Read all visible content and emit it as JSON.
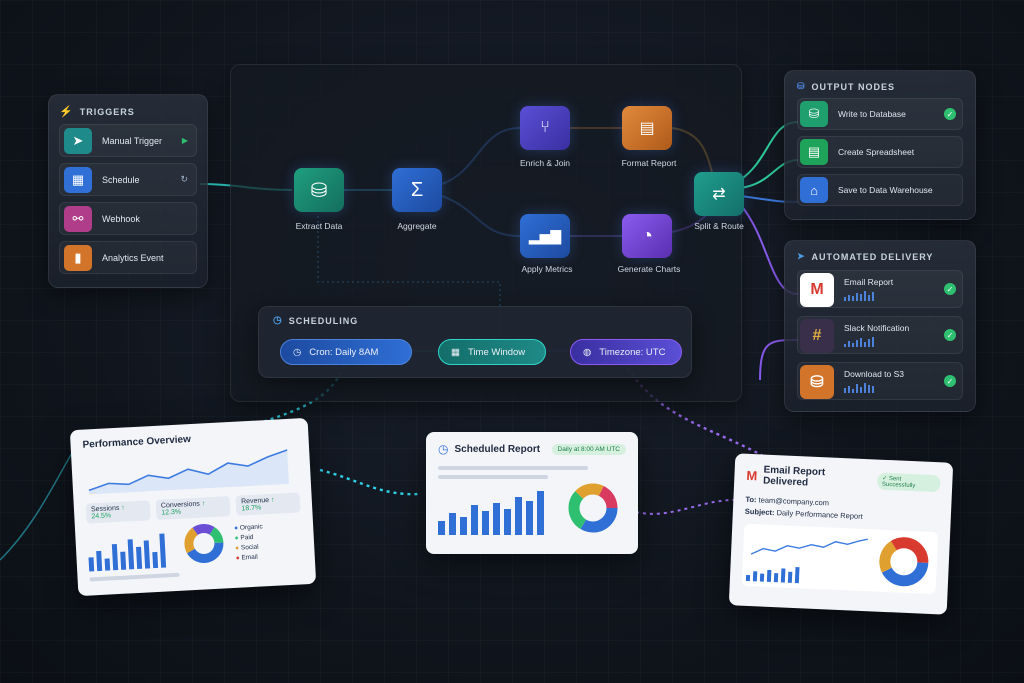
{
  "triggers": {
    "title": "TRIGGERS",
    "items": [
      {
        "label": "Manual Trigger",
        "icon": "cursor-icon",
        "color": "#1f8a8a"
      },
      {
        "label": "Schedule",
        "icon": "calendar-icon",
        "color": "#2f6fd6"
      },
      {
        "label": "Webhook",
        "icon": "webhook-icon",
        "color": "#b03d8a"
      },
      {
        "label": "Analytics Event",
        "icon": "bar-chart-icon",
        "color": "#d2742a"
      }
    ]
  },
  "workflow": {
    "nodes": {
      "extract": "Extract Data",
      "aggregate": "Aggregate",
      "enrich": "Enrich & Join",
      "format": "Format Report",
      "metrics": "Apply Metrics",
      "charts": "Generate Charts",
      "split": "Split & Route"
    }
  },
  "scheduling": {
    "title": "SCHEDULING",
    "cron": "Cron: Daily 8AM",
    "window": "Time Window",
    "timezone": "Timezone: UTC"
  },
  "outputs": {
    "title": "OUTPUT NODES",
    "items": [
      {
        "label": "Write to Database",
        "icon": "database-icon",
        "color": "#1f9e6e"
      },
      {
        "label": "Create Spreadsheet",
        "icon": "spreadsheet-icon",
        "color": "#1fa35a"
      },
      {
        "label": "Save to Data Warehouse",
        "icon": "warehouse-icon",
        "color": "#2f6fd6"
      }
    ]
  },
  "delivery": {
    "title": "AUTOMATED DELIVERY",
    "items": [
      {
        "label": "Email Report",
        "icon": "gmail-icon"
      },
      {
        "label": "Slack Notification",
        "icon": "slack-icon"
      },
      {
        "label": "Download to S3",
        "icon": "s3-icon"
      }
    ]
  },
  "perf_card": {
    "title": "Performance Overview",
    "sessions": "Sessions",
    "sessions_delta": "↑ 24.5%",
    "conversions": "Conversions",
    "conversions_delta": "↑ 12.3%",
    "revenue": "Revenue",
    "revenue_delta": "↑ 18.7%",
    "legend": [
      "Organic",
      "Paid",
      "Social",
      "Email"
    ]
  },
  "sched_card": {
    "title": "Scheduled Report",
    "badge": "Daily at 8:00 AM UTC"
  },
  "email_card": {
    "title": "Email Report Delivered",
    "badge": "✓ Sent Successfully",
    "to_label": "To:",
    "to_value": "team@company.com",
    "subject_label": "Subject:",
    "subject_value": "Daily Performance Report"
  },
  "colors": {
    "accent_blue": "#3d7be0",
    "accent_purple": "#8a5cf0",
    "accent_teal": "#2fd3c8",
    "success": "#2fbf71"
  }
}
